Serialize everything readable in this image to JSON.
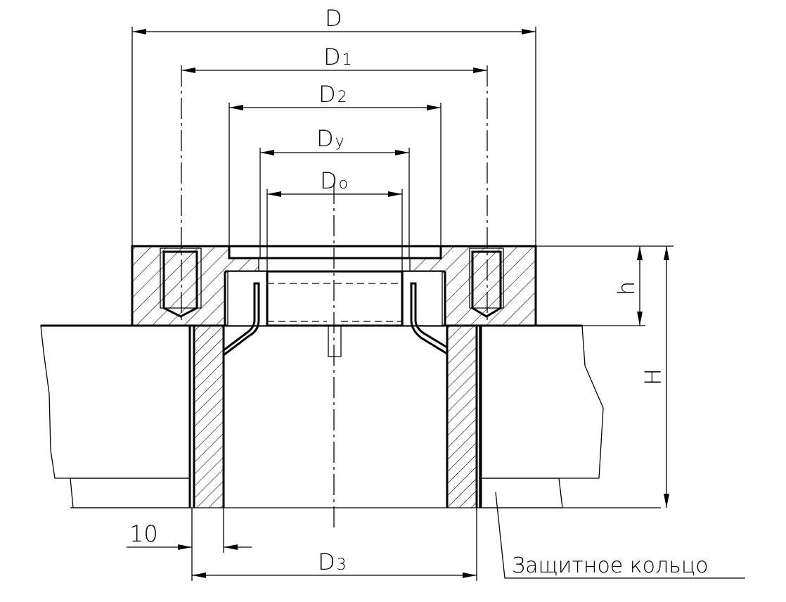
{
  "dimensions": {
    "D": {
      "main": "D",
      "sub": ""
    },
    "D1": {
      "main": "D",
      "sub": "1"
    },
    "D2": {
      "main": "D",
      "sub": "2"
    },
    "Dy": {
      "main": "D",
      "sub": "y"
    },
    "D0": {
      "main": "D",
      "sub": "o"
    },
    "D3": {
      "main": "D",
      "sub": "3"
    },
    "h": "h",
    "H": "H",
    "ten": "10"
  },
  "callout": {
    "label": "Защитное кольцо"
  }
}
